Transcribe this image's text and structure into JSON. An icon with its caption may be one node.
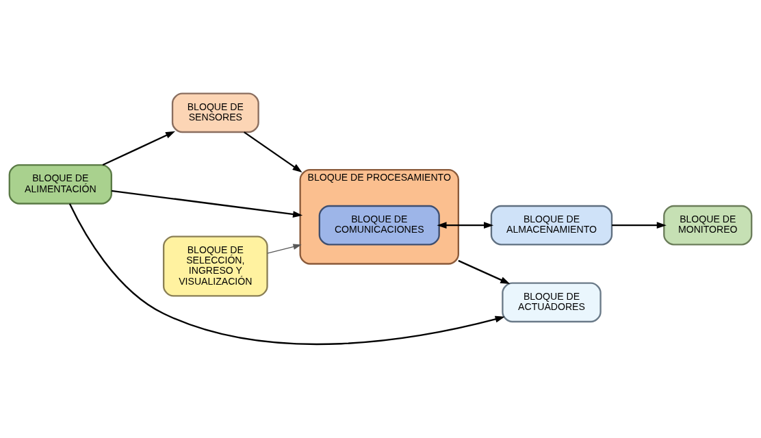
{
  "diagram": {
    "nodes": [
      {
        "text": [
          "BLOQUE DE ALMACENAMIENTO"
        ]
      },
      {
        "text": [
          "BLOQUE DE MONITOREO"
        ]
      },
      {
        "text": [
          "BLOQUE DE SELECCIÓN, INGRESO Y VISUALIZACIÓN"
        ]
      },
      {
        "text": [
          "BLOQUE DE SENSORES"
        ]
      },
      {
        "text": [
          "BLOQUE DE PROCESAMIENTO"
        ]
      },
      {
        "text": [
          "BLOQUE DE COMUNICACIONES"
        ],
        "in": 4
      },
      {
        "text": [
          "BLOQUE DE ACTUADORES"
        ]
      },
      {
        "text": [
          "BLOQUE DE ALIMENTACIÓN"
        ]
      }
    ],
    "edges": [
      {
        "from": 0,
        "to": 1,
        "arrow": "to"
      },
      {
        "from": 5,
        "to": 0,
        "arrow": "both"
      },
      {
        "from": 2,
        "to": 4,
        "arrow": "to",
        "color": "#595959"
      },
      {
        "from": 3,
        "to": 4,
        "arrow": "to"
      },
      {
        "from": 4,
        "to": 6,
        "arrow": "to"
      },
      {
        "from": 7,
        "to": 4,
        "arrow": "to"
      },
      {
        "from": 7,
        "to": 3,
        "arrow": "to"
      },
      {
        "from": 7,
        "to": 6,
        "arrow": "to"
      }
    ]
  }
}
